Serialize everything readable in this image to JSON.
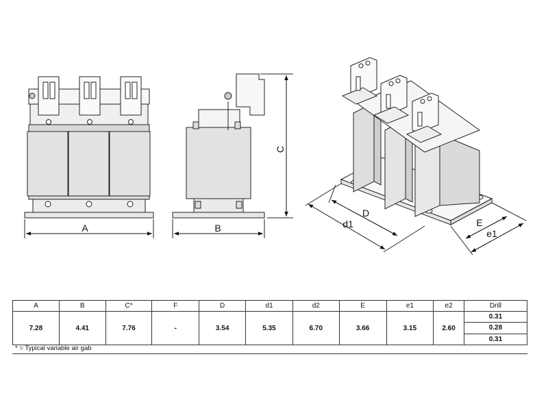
{
  "drawing": {
    "front_view_dim": "A",
    "side_view_width_dim": "B",
    "side_view_height_dim": "C",
    "iso_dims": [
      "D",
      "d1",
      "E",
      "e1"
    ]
  },
  "table": {
    "headers": [
      "A",
      "B",
      "C*",
      "F",
      "D",
      "d1",
      "d2",
      "E",
      "e1",
      "e2",
      "Drill"
    ],
    "values": [
      "7.28",
      "4.41",
      "7.76",
      "-",
      "3.54",
      "5.35",
      "6.70",
      "3.66",
      "3.15",
      "2.60"
    ],
    "drill": [
      "0.31",
      "0.28",
      "0.31"
    ]
  },
  "footnote": "* = Typical variable air gab"
}
